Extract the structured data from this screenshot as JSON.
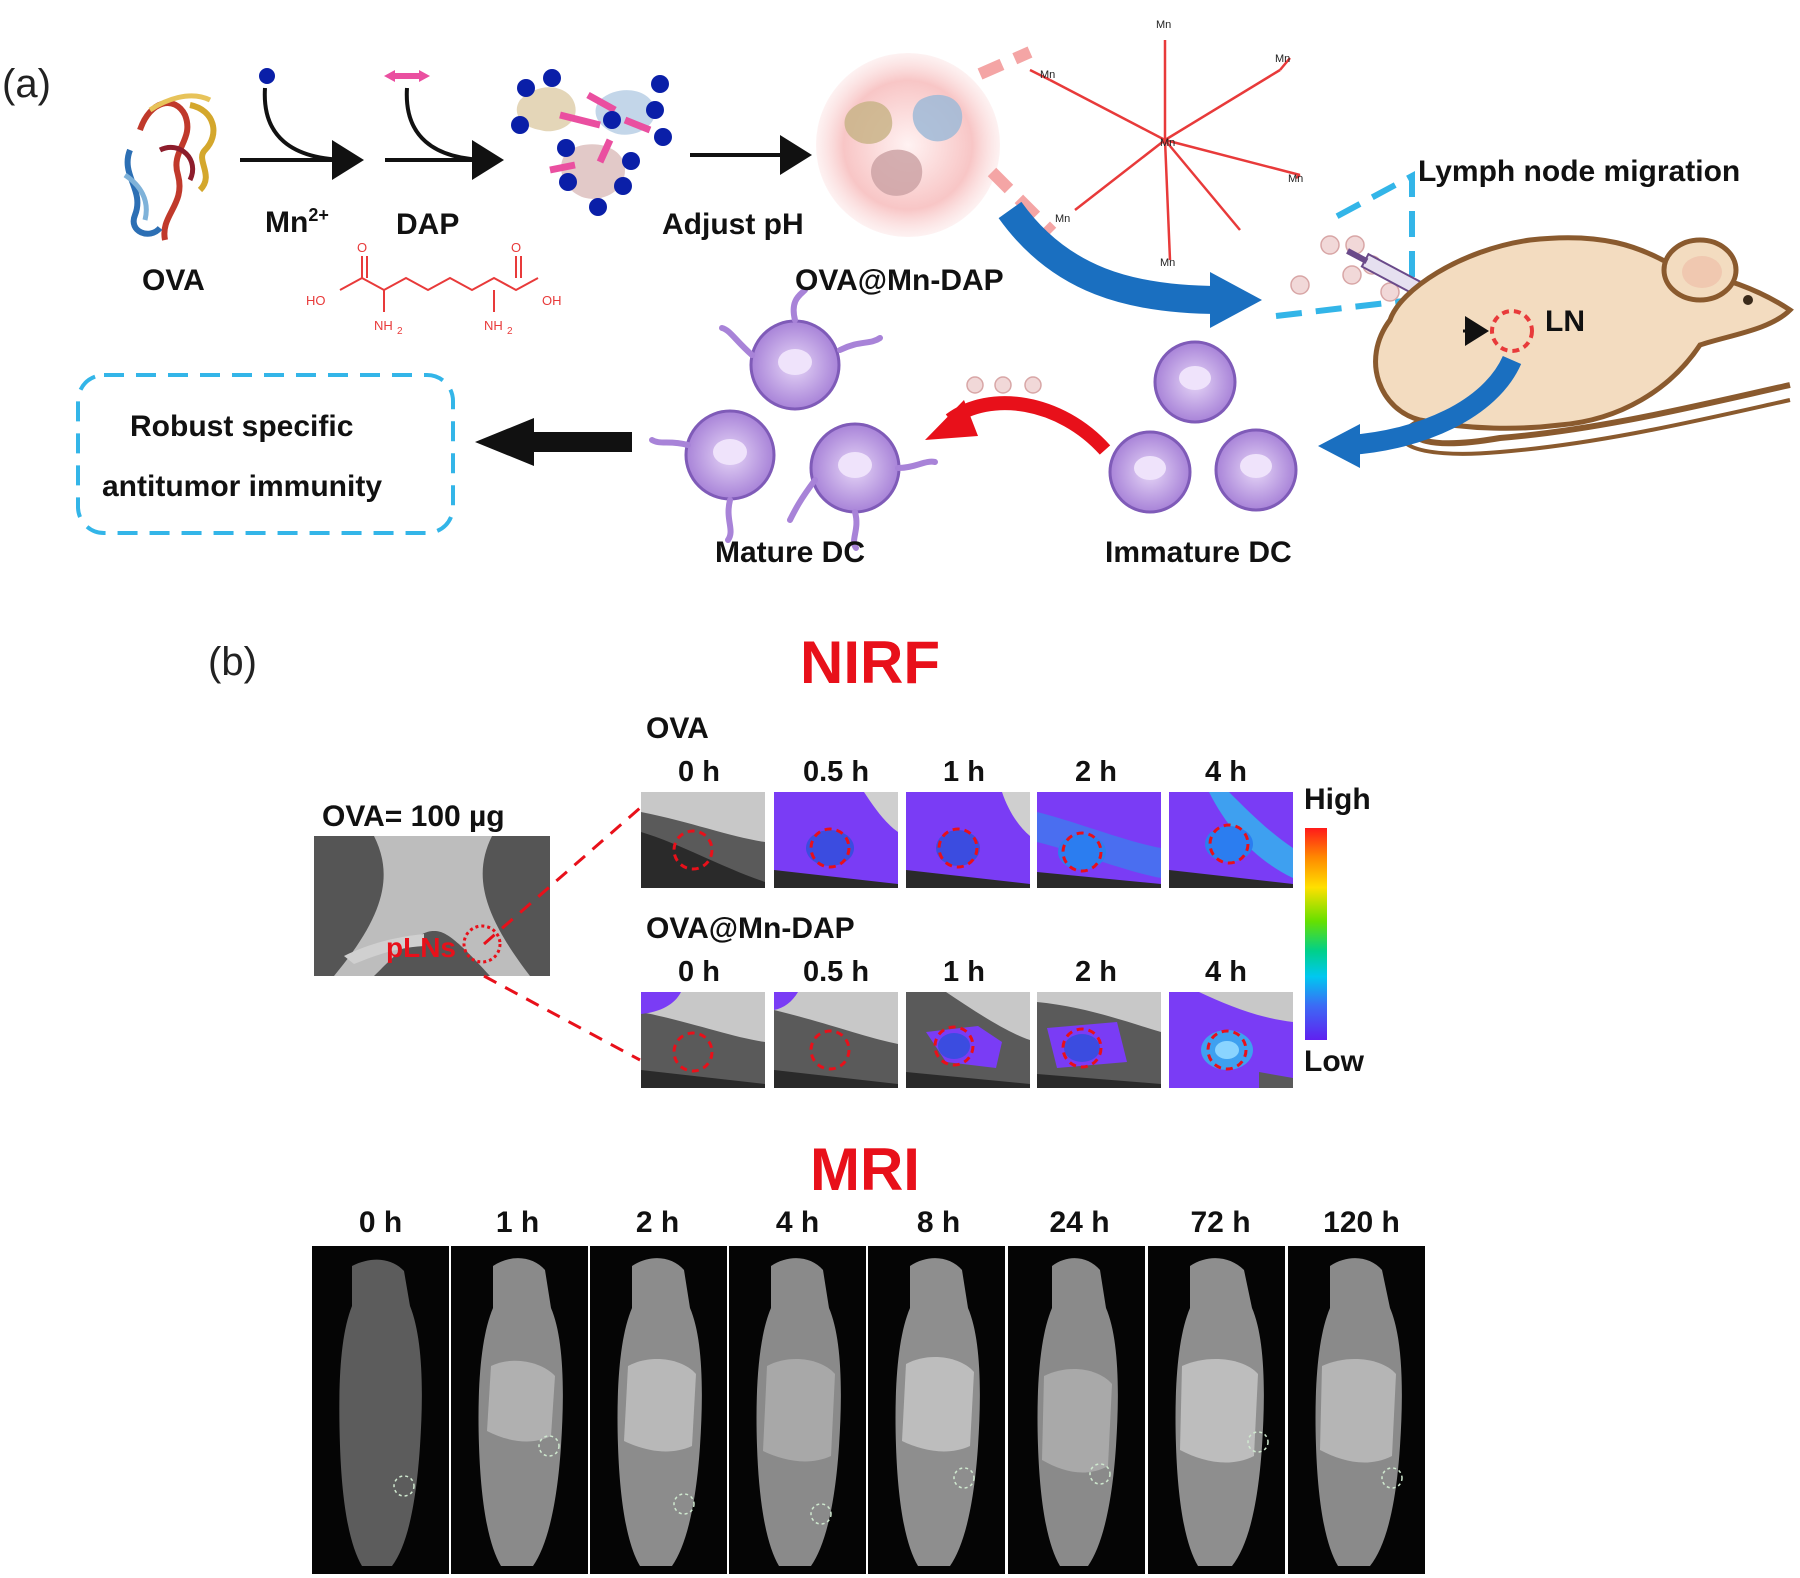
{
  "panel_a": {
    "label": "(a)",
    "ova_label": "OVA",
    "mn_prefix": "Mn",
    "mn_sup": "2+",
    "dap_label": "DAP",
    "adjust_ph": "Adjust pH",
    "ova_mn_dap": "OVA@Mn-DAP",
    "lymph_node_migration": "Lymph node migration",
    "ln_label": "LN",
    "robust_line1": "Robust  specific",
    "robust_line2": "antitumor immunity",
    "mature_dc": "Mature DC",
    "immature_dc": "Immature DC",
    "dap_structure": {
      "ho": "HO",
      "oh": "OH",
      "o": "O",
      "nh2": "NH",
      "nh2_sub": "2"
    },
    "mn_atom": "Mn"
  },
  "panel_b": {
    "label": "(b)",
    "nirf_title": "NIRF",
    "mri_title": "MRI",
    "dose_label": "OVA= 100 µg",
    "pln_label": "pLNs",
    "rows": [
      {
        "name": "OVA",
        "times": [
          "0 h",
          "0.5 h",
          "1 h",
          "2 h",
          "4 h"
        ]
      },
      {
        "name": "OVA@Mn-DAP",
        "times": [
          "0 h",
          "0.5 h",
          "1 h",
          "2 h",
          "4 h"
        ]
      }
    ],
    "scale_high": "High",
    "scale_low": "Low",
    "mri_times": [
      "0 h",
      "1 h",
      "2 h",
      "4 h",
      "8 h",
      "24 h",
      "72 h",
      "120 h"
    ]
  },
  "colors": {
    "accent_red": "#e8101a",
    "arrow_blue": "#1a6fc0",
    "dashed_blue": "#33b5e8",
    "dc_purple": "#b48ee0",
    "mouse_body": "#f3dcc0",
    "mouse_outline": "#8a5a2e",
    "nirf_purple": "#6f2ff5",
    "mn_red": "#e83a3a",
    "pink_arrow": "#ea4fa0",
    "mn_dot": "#0a1fa8"
  }
}
